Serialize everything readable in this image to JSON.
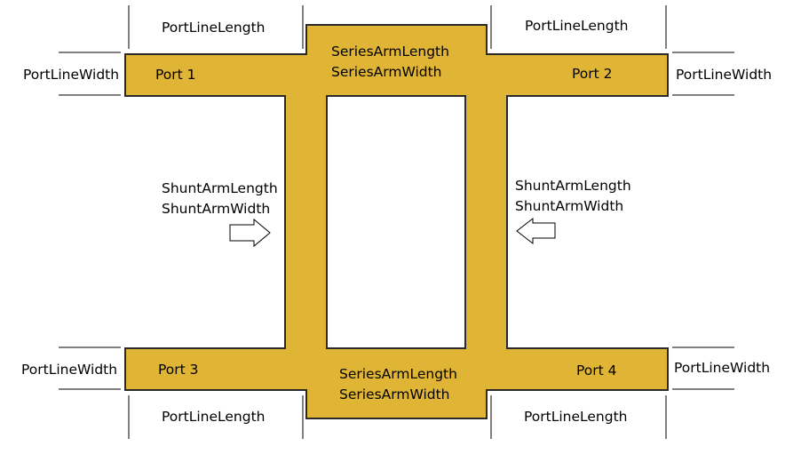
{
  "colors": {
    "trace_fill": "#E0B535",
    "trace_outline": "#2A2A2A",
    "background": "#FFFFFF",
    "text": "#000000"
  },
  "ports": {
    "port1": "Port 1",
    "port2": "Port 2",
    "port3": "Port 3",
    "port4": "Port 4"
  },
  "labels": {
    "port_line_length": "PortLineLength",
    "port_line_width": "PortLineWidth",
    "series_arm_length": "SeriesArmLength",
    "series_arm_width": "SeriesArmWidth",
    "shunt_arm_length": "ShuntArmLength",
    "shunt_arm_width": "ShuntArmWidth"
  }
}
